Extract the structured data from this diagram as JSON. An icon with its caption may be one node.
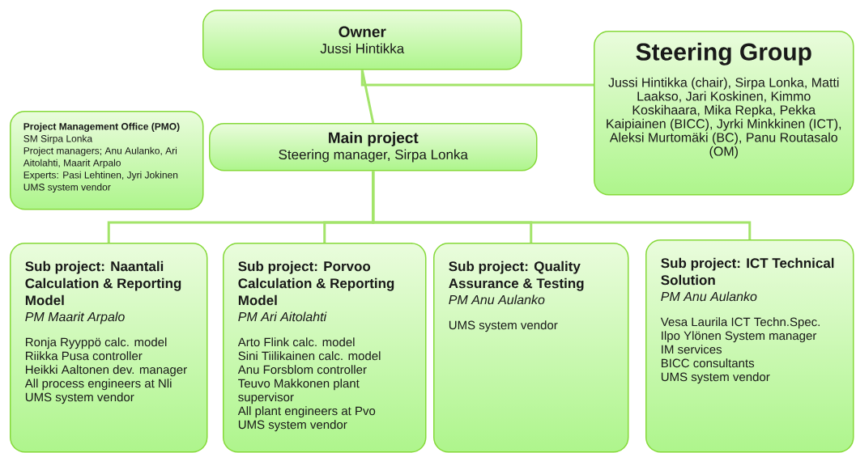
{
  "diagram": {
    "nodes": [
      {
        "text": [
          "Owner",
          "Jussi Hintikka"
        ]
      },
      {
        "text": [
          "Steering Group",
          "Jussi Hintikka (chair), Sirpa Lonka, Matti Laakso, Jari Koskinen, Kimmo Koskihaara, Mika Repka, Pekka Kaipiainen (BICC), Jyrki Minkkinen (ICT), Aleksi Murtomäki (BC), Panu Routasalo (OM)"
        ]
      },
      {
        "text": [
          "Project Management Office (PMO)",
          "SM Sirpa Lonka",
          "Project managers; Anu Aulanko, Ari Aitolahti, Maarit Arpalo",
          "Experts: Pasi Lehtinen, Jyri Jokinen",
          "UMS system vendor"
        ]
      },
      {
        "text": [
          "Main project",
          "Steering manager, Sirpa Lonka"
        ]
      },
      {
        "text": [
          "Sub project: Naantali Calculation & Reporting Model",
          "PM Maarit Arpalo",
          "Ronja Ryyppö calc. model",
          "Riikka Pusa controller",
          "Heikki Aaltonen dev. manager",
          "All process engineers at Nli",
          "UMS system vendor"
        ]
      },
      {
        "text": [
          "Sub project: Porvoo Calculation & Reporting Model",
          "PM Ari Aitolahti",
          "Arto Flink calc. model",
          "Sini Tiilikainen calc. model",
          "Anu Forsblom controller",
          "Teuvo Makkonen plant supervisor",
          "All plant engineers at Pvo",
          "UMS system vendor"
        ]
      },
      {
        "text": [
          "Sub project: Quality Assurance & Testing",
          "PM Anu Aulanko",
          "UMS system vendor"
        ]
      },
      {
        "text": [
          "Sub project: ICT Technical Solution",
          "PM Anu Aulanko",
          "Vesa Laurila ICT Techn.Spec.",
          "Ilpo Ylönen System manager",
          "IM services",
          "BICC consultants",
          "UMS system vendor"
        ]
      }
    ],
    "edges": [
      {
        "from": 0,
        "to": 1,
        "arrow": "none"
      },
      {
        "from": 0,
        "to": 3,
        "arrow": "none"
      },
      {
        "from": 3,
        "to": 4,
        "arrow": "none"
      },
      {
        "from": 3,
        "to": 5,
        "arrow": "none"
      },
      {
        "from": 3,
        "to": 6,
        "arrow": "none"
      },
      {
        "from": 3,
        "to": 7,
        "arrow": "none"
      }
    ]
  }
}
